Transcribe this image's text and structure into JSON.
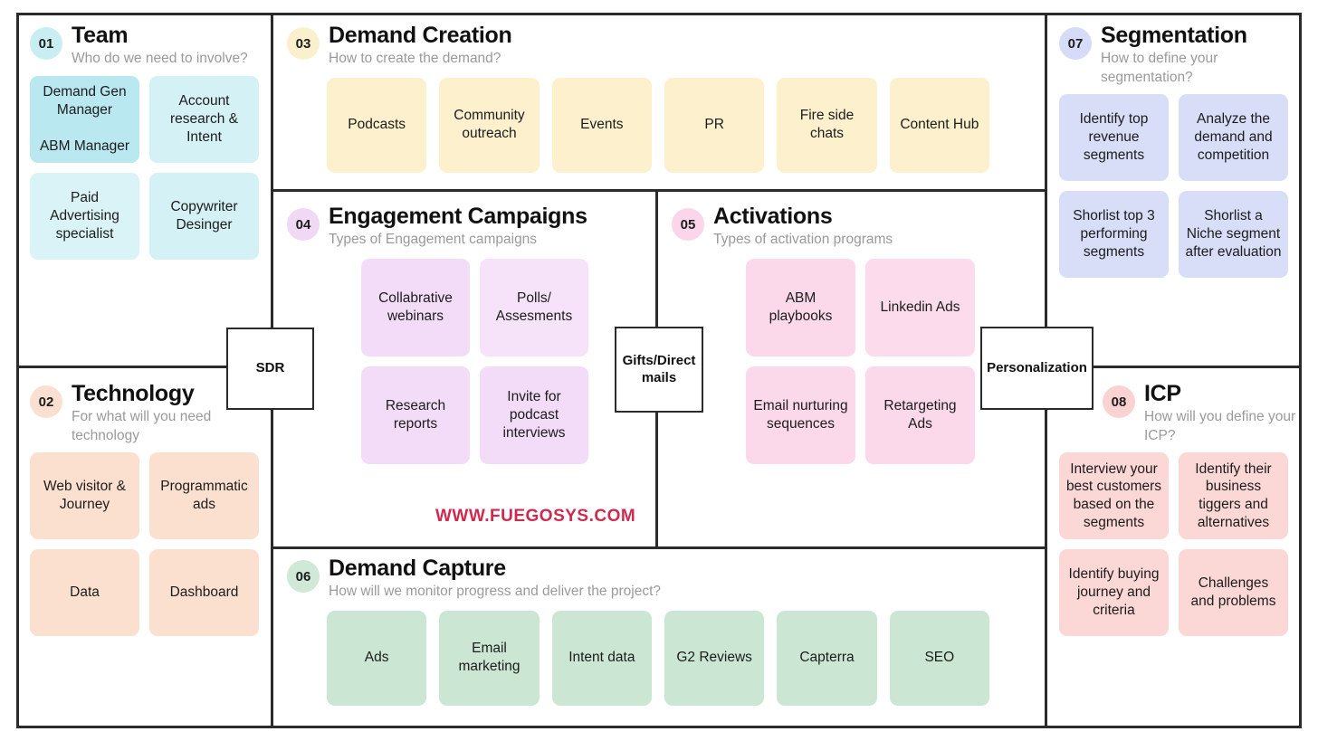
{
  "watermark": "WWW.FUEGOSYS.COM",
  "palette": {
    "frame_border": "#2b2b2b",
    "team": "#cdeef3",
    "team_alt": "#b9e8f0",
    "technology": "#fbe0cf",
    "demand_creation": "#fdf0cd",
    "engagement": "#f3dcf7",
    "activations": "#fbd9ea",
    "demand_capture": "#cbe7d4",
    "segmentation": "#d8ddf8",
    "icp": "#fbd7d5",
    "watermark": "#cf2a4e",
    "subtitle": "#9a9a9a",
    "title": "#111111"
  },
  "hubs": [
    {
      "name": "sdr",
      "label": "SDR"
    },
    {
      "name": "gifts-direct-mails",
      "label": "Gifts/Direct mails"
    },
    {
      "name": "personalization",
      "label": "Personalization"
    }
  ],
  "panels": {
    "team": {
      "number": "01",
      "title": "Team",
      "subtitle": "Who do we need to involve?",
      "badge_color": "#c9eef2",
      "cards": [
        {
          "label": "Demand Gen Manager\n\nABM Manager",
          "color": "#b9e8f0"
        },
        {
          "label": "Account research & Intent",
          "color": "#d4f1f6"
        },
        {
          "label": "Paid Advertising specialist",
          "color": "#d9f3f7"
        },
        {
          "label": "Copywriter Desinger",
          "color": "#d4f1f6"
        }
      ]
    },
    "technology": {
      "number": "02",
      "title": "Technology",
      "subtitle": "For what will you need technology",
      "badge_color": "#fbe0d2",
      "cards": [
        {
          "label": "Web visitor & Journey",
          "color": "#fbe0cf"
        },
        {
          "label": "Programmatic ads",
          "color": "#fbe0cf"
        },
        {
          "label": "Data",
          "color": "#fbe0cf"
        },
        {
          "label": "Dashboard",
          "color": "#fbe0cf"
        }
      ]
    },
    "demand_creation": {
      "number": "03",
      "title": "Demand Creation",
      "subtitle": "How to create the demand?",
      "badge_color": "#fbf0ce",
      "cards": [
        {
          "label": "Podcasts",
          "color": "#fdf0cd"
        },
        {
          "label": "Community outreach",
          "color": "#fdf0cd"
        },
        {
          "label": "Events",
          "color": "#fdf0cd"
        },
        {
          "label": "PR",
          "color": "#fdf0cd"
        },
        {
          "label": "Fire side chats",
          "color": "#fdf0cd"
        },
        {
          "label": "Content Hub",
          "color": "#fdf0cd"
        }
      ]
    },
    "engagement": {
      "number": "04",
      "title": "Engagement Campaigns",
      "subtitle": "Types of Engagement campaigns",
      "badge_color": "#efd9f4",
      "cards": [
        {
          "label": "Collabrative webinars",
          "color": "#f3dcf7"
        },
        {
          "label": "Polls/ Assesments",
          "color": "#f6e2f9"
        },
        {
          "label": "Research reports",
          "color": "#f3dcf7"
        },
        {
          "label": "Invite for podcast interviews",
          "color": "#f3dcf7"
        }
      ]
    },
    "activations": {
      "number": "05",
      "title": "Activations",
      "subtitle": "Types of activation programs",
      "badge_color": "#fbd6e8",
      "cards": [
        {
          "label": "ABM playbooks",
          "color": "#fbd9ea"
        },
        {
          "label": "Linkedin Ads",
          "color": "#fcdcec"
        },
        {
          "label": "Email nurturing sequences",
          "color": "#fbd9ea"
        },
        {
          "label": "Retargeting Ads",
          "color": "#fbd9ea"
        }
      ]
    },
    "demand_capture": {
      "number": "06",
      "title": "Demand Capture",
      "subtitle": "How will we monitor progress and deliver the project?",
      "badge_color": "#cfe8d8",
      "cards": [
        {
          "label": "Ads",
          "color": "#cbe7d4"
        },
        {
          "label": "Email marketing",
          "color": "#cbe7d4"
        },
        {
          "label": "Intent data",
          "color": "#cbe7d4"
        },
        {
          "label": "G2 Reviews",
          "color": "#cbe7d4"
        },
        {
          "label": "Capterra",
          "color": "#cbe7d4"
        },
        {
          "label": "SEO",
          "color": "#cbe7d4"
        }
      ]
    },
    "segmentation": {
      "number": "07",
      "title": "Segmentation",
      "subtitle": "How to define your segmentation?",
      "badge_color": "#d6dcf8",
      "cards": [
        {
          "label": "Identify top revenue segments",
          "color": "#d8ddf8"
        },
        {
          "label": "Analyze the demand and competition",
          "color": "#d8ddf8"
        },
        {
          "label": "Shorlist top 3 performing segments",
          "color": "#d8ddf8"
        },
        {
          "label": "Shorlist a Niche segment after evaluation",
          "color": "#d8ddf8"
        }
      ]
    },
    "icp": {
      "number": "08",
      "title": "ICP",
      "subtitle": "How will you define your ICP?",
      "badge_color": "#fbd2d2",
      "cards": [
        {
          "label": "Interview your best customers based on the segments",
          "color": "#fbd7d5"
        },
        {
          "label": "Identify their business tiggers and alternatives",
          "color": "#fbd7d5"
        },
        {
          "label": "Identify buying journey and criteria",
          "color": "#fbd7d5"
        },
        {
          "label": "Challenges and problems",
          "color": "#fbd7d5"
        }
      ]
    }
  }
}
